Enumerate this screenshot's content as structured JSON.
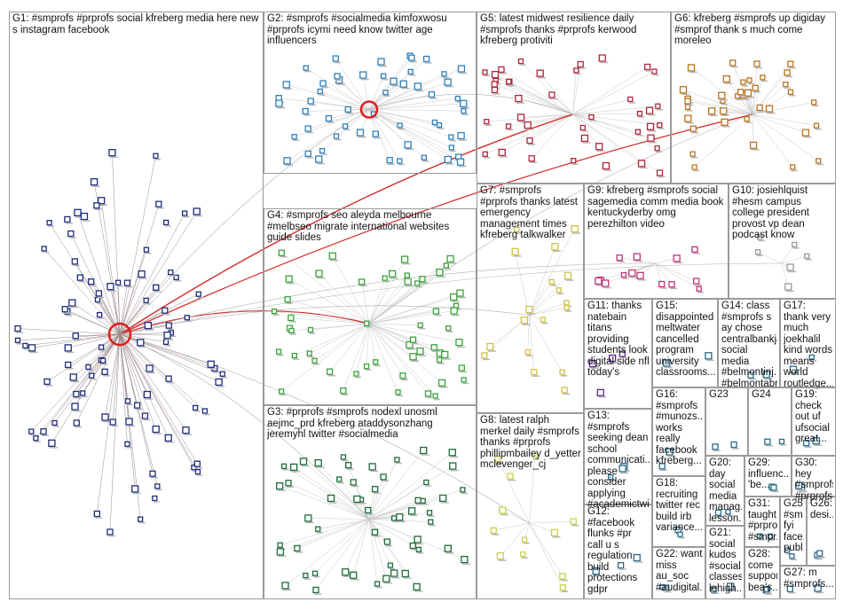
{
  "groups": [
    {
      "id": "G1",
      "label": "G1: #smprofs #prprofs social kfreberg media here new s instagram facebook",
      "color": "#1f2d7a"
    },
    {
      "id": "G2",
      "label": "G2: #smprofs #socialmedia kimfoxwosu #prprofs icymi need know twitter age influencers",
      "color": "#2f7fb8"
    },
    {
      "id": "G3",
      "label": "G3: #prprofs #smprofs nodexl unosml aejmc_prd kfreberg ataddysonzhang jeremyhl twitter #socialmedia",
      "color": "#1e6b3a"
    },
    {
      "id": "G4",
      "label": "G4: #smprofs seo aleyda melbourne #melbseo migrate international websites guide slides",
      "color": "#3aa23a"
    },
    {
      "id": "G5",
      "label": "G5: latest midwest resilience daily #smprofs thanks #prprofs kerwood kfreberg protiviti",
      "color": "#b0253a"
    },
    {
      "id": "G6",
      "label": "G6: kfreberg #smprofs up digiday #smprof thank s much come moreleo",
      "color": "#b8731f"
    },
    {
      "id": "G7",
      "label": "G7: #smprofs #prprofs thanks latest emergency management times kfreberg talkwalker",
      "color": "#d1c24a"
    },
    {
      "id": "G8",
      "label": "G8: latest ralph merkel daily #smprofs thanks #prprofs phillipmbailey d_yetter mclevenger_cj",
      "color": "#c9d24a"
    },
    {
      "id": "G9",
      "label": "G9: kfreberg #smprofs social sagemedia comm media book kentuckyderby omg perezhilton video",
      "color": "#c0347a"
    },
    {
      "id": "G10",
      "label": "G10: josiehlquist #hesm campus college president provost vp dean podcast know",
      "color": "#999999"
    },
    {
      "id": "G11",
      "label": "G11: thanks natebain titans providing students look digital side nfl today's",
      "color": "#5a2a8a"
    },
    {
      "id": "G12",
      "label": "G12: #facebook flunks #pr call u s regulation build protections gdpr",
      "color": "#2a6a8a"
    },
    {
      "id": "G13",
      "label": "G13: #smprofs seeking dean school communicati... please consider applying #academictwi...",
      "color": "#2a6a8a"
    },
    {
      "id": "G14",
      "label": "G14: class #smprofs s ay chose centralbankja social media #belmontinj... #belmontabr...",
      "color": "#2a6a8a"
    },
    {
      "id": "G15",
      "label": "G15: disappointed meltwater cancelled program university classrooms...",
      "color": "#2a6a8a"
    },
    {
      "id": "G16",
      "label": "G16: #smprofs #munozs... works really facebook kfreberg...",
      "color": "#2a6a8a"
    },
    {
      "id": "G17",
      "label": "G17: thank very much joekhalil kind words means world routledge...",
      "color": "#2a6a8a"
    },
    {
      "id": "G18",
      "label": "G18: recruiting twitter rec build irb variance...",
      "color": "#2a6a8a"
    },
    {
      "id": "G19",
      "label": "G19: check out uf ufsocial great...",
      "color": "#2a6a8a"
    },
    {
      "id": "G20",
      "label": "G20: day social media manag... lesson...",
      "color": "#2a6a8a"
    },
    {
      "id": "G21",
      "label": "G21: social kudos #social... classes lehigh...",
      "color": "#2a6a8a"
    },
    {
      "id": "G22",
      "label": "G22: want miss au_soc #audigital...",
      "color": "#2a6a8a"
    },
    {
      "id": "G23",
      "label": "G23",
      "color": "#2a6a8a"
    },
    {
      "id": "G24",
      "label": "G24",
      "color": "#2a6a8a"
    },
    {
      "id": "G25",
      "label": "G25: #sm... fyi face... publ...",
      "color": "#2a6a8a"
    },
    {
      "id": "G26",
      "label": "G26: desi...",
      "color": "#2a6a8a"
    },
    {
      "id": "G27",
      "label": "G27: m #smprofs...",
      "color": "#2a6a8a"
    },
    {
      "id": "G28",
      "label": "G28: come support bea's...",
      "color": "#2a6a8a"
    },
    {
      "id": "G29",
      "label": "G29: influenc... 'be...",
      "color": "#2a6a8a"
    },
    {
      "id": "G30",
      "label": "G30: hey #smprofs #prprofs...",
      "color": "#2a6a8a"
    },
    {
      "id": "G31",
      "label": "G31: taught #prpro... #smpr...",
      "color": "#2a6a8a"
    }
  ]
}
